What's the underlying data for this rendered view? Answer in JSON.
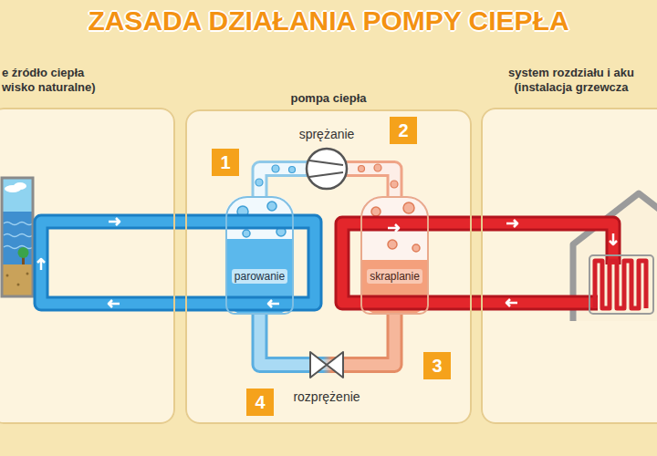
{
  "diagram": {
    "title": "ZASADA DZIAŁANIA POMPY CIEPŁA",
    "nodes": [
      {
        "text": [
          "e źródło ciepła wisko naturalne)"
        ]
      },
      {
        "text": [
          "pompa ciepła"
        ]
      },
      {
        "text": [
          "system rozdziału i aku (instalacja grzewcza"
        ]
      },
      {
        "text": [
          "parowanie"
        ],
        "in": 1
      },
      {
        "text": [
          "skraplanie"
        ],
        "in": 1
      }
    ],
    "edges": [
      {
        "from": 3,
        "to": 4,
        "arrow": "none"
      },
      {
        "from": 4,
        "to": 3,
        "arrow": "none"
      }
    ],
    "labels": [
      "sprężanie",
      "rozprężenie",
      "1",
      "2",
      "3",
      "4"
    ]
  }
}
